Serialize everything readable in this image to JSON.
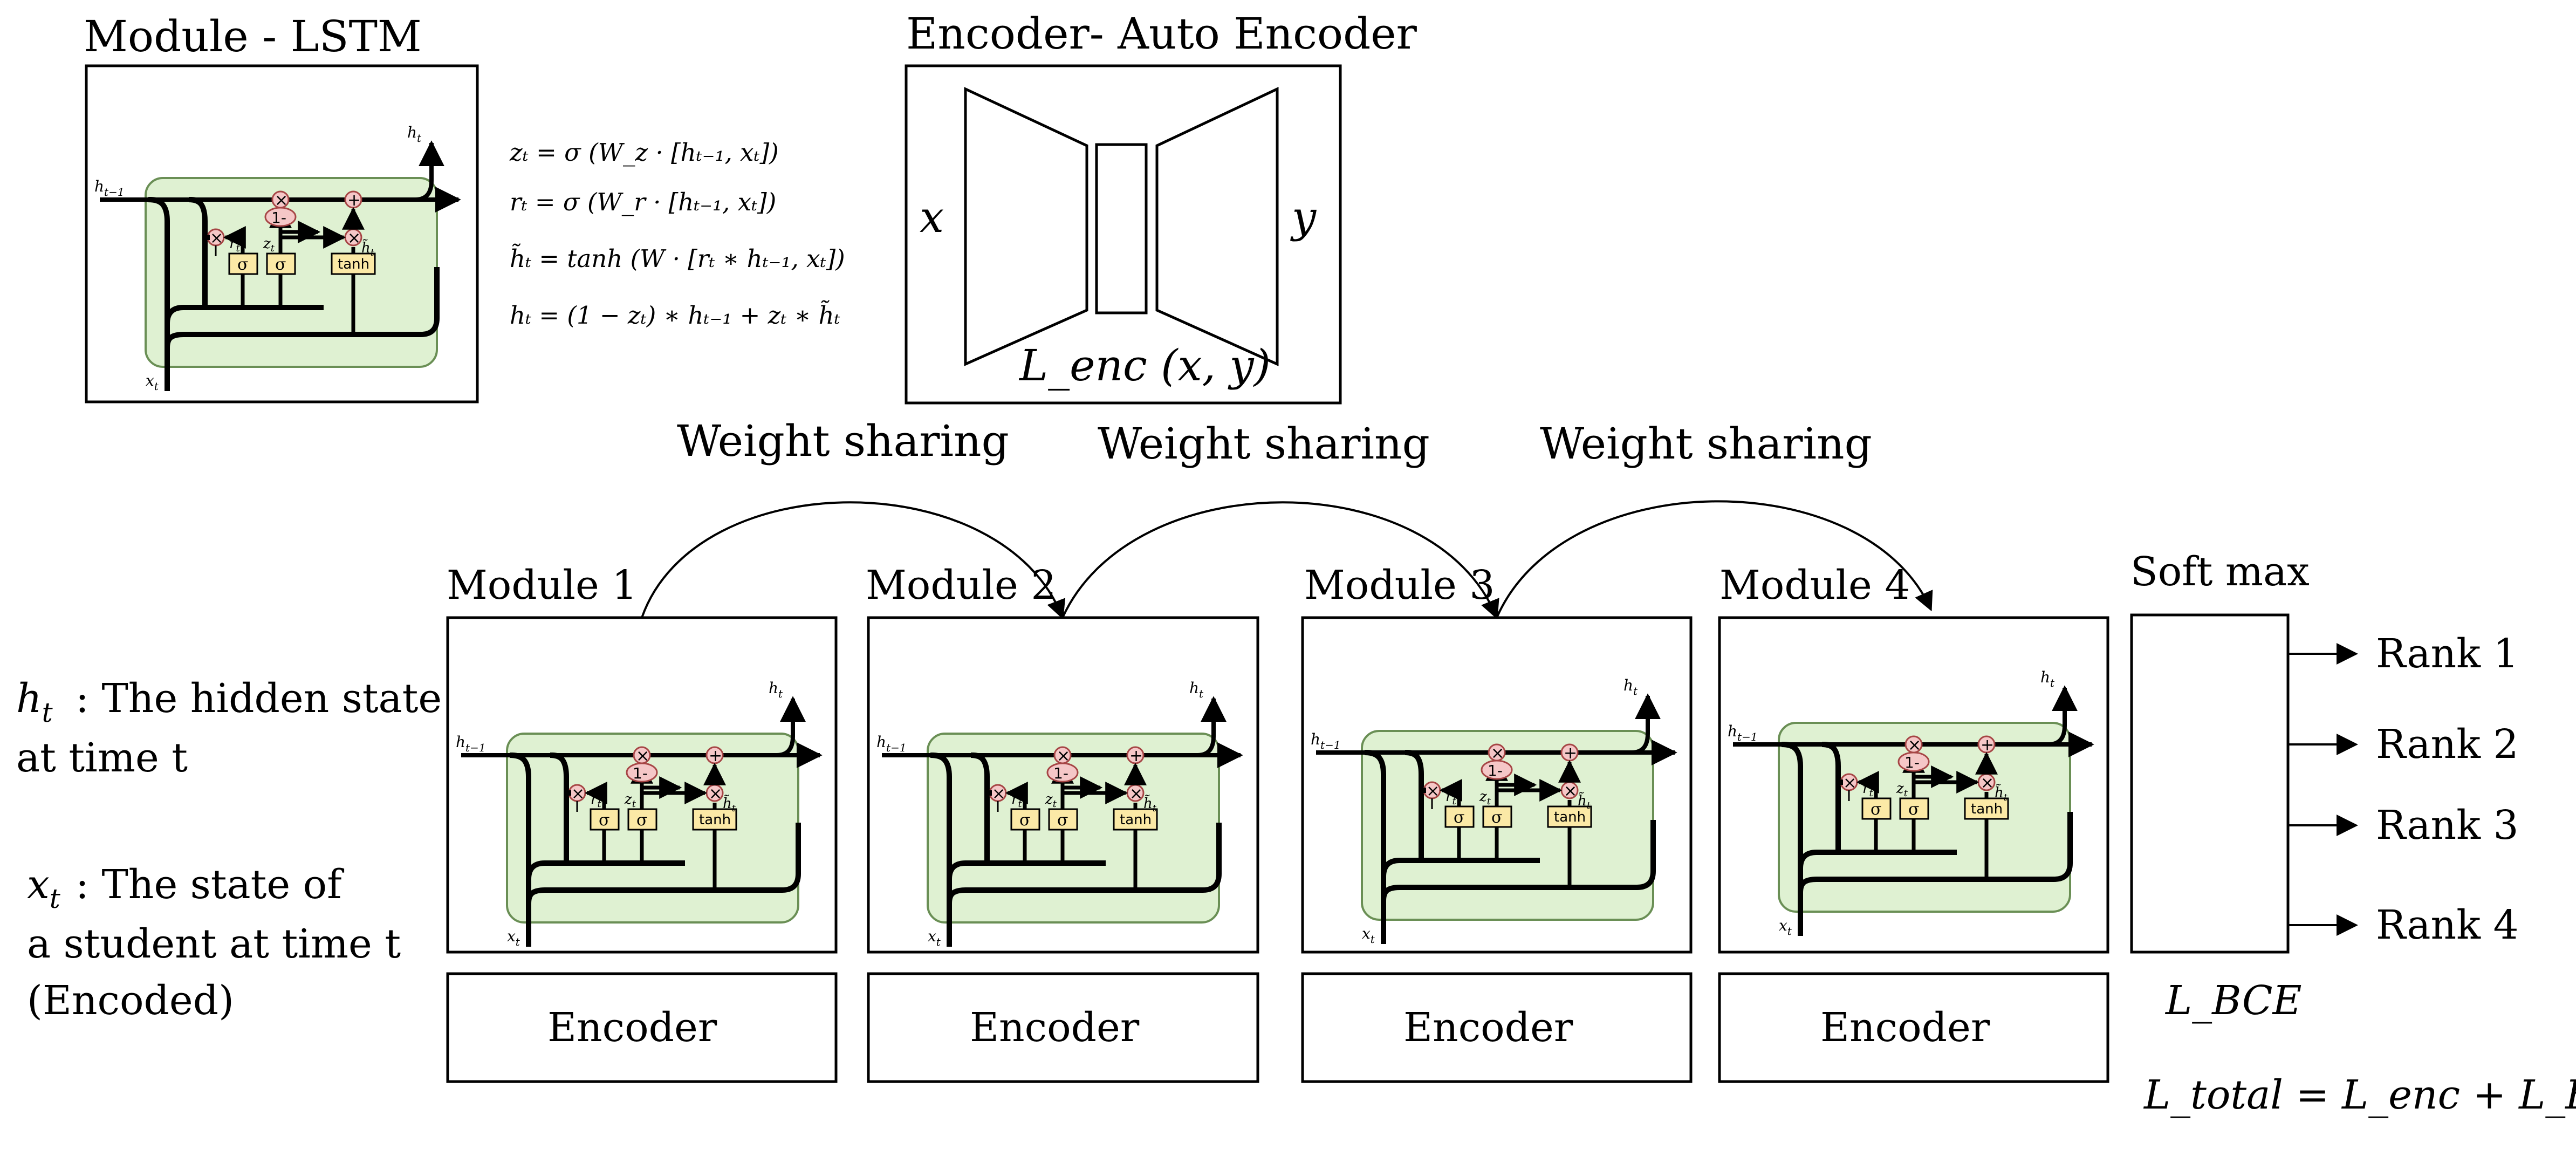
{
  "top": {
    "lstm_title": "Module - LSTM",
    "autoencoder_title": "Encoder- Auto Encoder",
    "ae_input": "x",
    "ae_output": "y",
    "ae_loss": "L_enc (x, y)"
  },
  "equations": [
    "zₜ = σ (W_z · [hₜ₋₁, xₜ])",
    "rₜ = σ (W_r · [hₜ₋₁, xₜ])",
    "h̃ₜ = tanh (W · [rₜ ∗ hₜ₋₁, xₜ])",
    "hₜ = (1 − zₜ) ∗ hₜ₋₁ + zₜ ∗ h̃ₜ"
  ],
  "cell_labels": {
    "h_prev": "h_{t−1}",
    "h_out": "h_t",
    "x_in": "x_t",
    "r": "r_t",
    "z": "z_t",
    "htilde": "h̃_t",
    "mult": "×",
    "add": "+",
    "one_minus": "1-",
    "sigma": "σ",
    "tanh": "tanh"
  },
  "weight_sharing": [
    "Weight sharing",
    "Weight sharing",
    "Weight sharing"
  ],
  "modules": [
    {
      "title": "Module 1",
      "encoder": "Encoder"
    },
    {
      "title": "Module 2",
      "encoder": "Encoder"
    },
    {
      "title": "Module 3",
      "encoder": "Encoder"
    },
    {
      "title": "Module 4",
      "encoder": "Encoder"
    }
  ],
  "softmax": {
    "title": "Soft max",
    "ranks": [
      "Rank 1",
      "Rank 2",
      "Rank 3",
      "Rank 4"
    ],
    "bce_loss": "L_BCE",
    "total_loss": "L_total = L_enc + L_BCE"
  },
  "legend": {
    "h_line1": ": The hidden state",
    "h_line2": "at time t",
    "x_line1": " : The state of",
    "x_line2": "a student at time t",
    "x_line3": "(Encoded)"
  }
}
